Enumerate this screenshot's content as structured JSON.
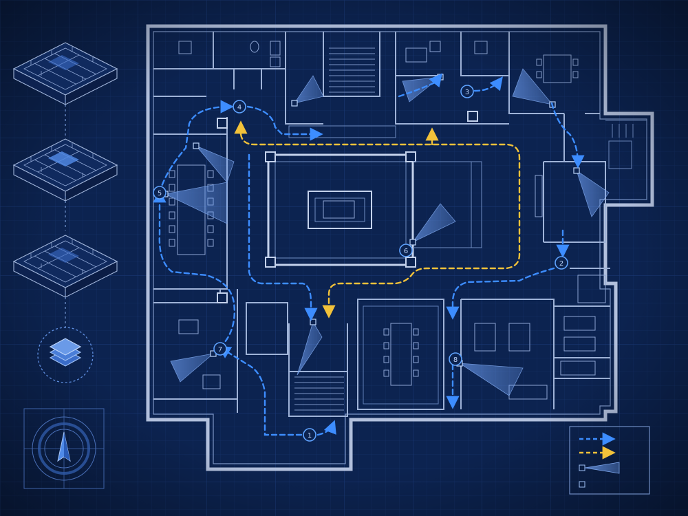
{
  "colors": {
    "background": "#0c2350",
    "grid": "#17336e",
    "wall": "#9fb3d8",
    "wall_light": "#5f7fb8",
    "patrol_blue": "#3d8dff",
    "patrol_yellow": "#f2c23a",
    "camera_fov": "#5f8fe0",
    "marker": "#5fa3ff"
  },
  "floor_levels": [
    {
      "name": "level-top",
      "active": false
    },
    {
      "name": "level-middle",
      "active": true
    },
    {
      "name": "level-bottom",
      "active": false
    }
  ],
  "camera_markers": [
    "1",
    "2",
    "3",
    "4",
    "5",
    "6",
    "7",
    "8"
  ],
  "icons": [
    "layers-icon",
    "compass-icon",
    "camera-icon"
  ],
  "legend": {
    "items": [
      {
        "icon": "blue-dashed-arrow-icon",
        "label": ""
      },
      {
        "icon": "yellow-dashed-arrow-icon",
        "label": ""
      },
      {
        "icon": "camera-fov-icon",
        "label": ""
      },
      {
        "icon": "square-icon",
        "label": ""
      }
    ]
  }
}
